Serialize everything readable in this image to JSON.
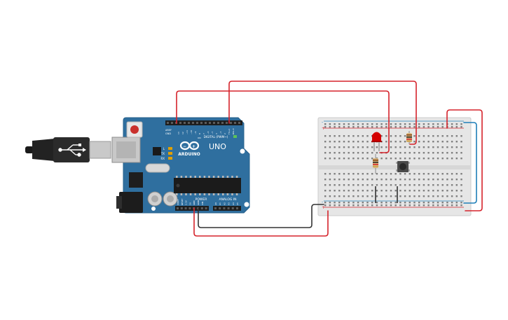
{
  "board": {
    "brand": "ARDUINO",
    "model": "UNO",
    "header_digital": "DIGITAL (PWM~)",
    "header_power": "POWER",
    "header_analog": "ANALOG IN",
    "label_aref": "AREF",
    "label_gnd": "GND",
    "label_tx": "TX",
    "label_rx": "RX",
    "label_l": "L",
    "label_on": "ON",
    "digital_pins": [
      "13",
      "12",
      "~11",
      "~10",
      "~9",
      "8",
      "7",
      "~6",
      "~5",
      "4",
      "~3",
      "2",
      "TX→1",
      "RX←0"
    ],
    "power_pins": [
      "IOREF",
      "RESET",
      "3.3V",
      "5V",
      "GND",
      "GND",
      "VIN"
    ],
    "analog_pins": [
      "A0",
      "A1",
      "A2",
      "A3",
      "A4",
      "A5"
    ]
  },
  "breadboard": {
    "plus": "+",
    "minus": "-"
  },
  "colors": {
    "board": "#2f6f9f",
    "wire_red": "#d5232b",
    "wire_black": "#333333",
    "wire_blue": "#1f7fb8",
    "breadboard": "#e6e6e6",
    "led": "#d40000"
  }
}
